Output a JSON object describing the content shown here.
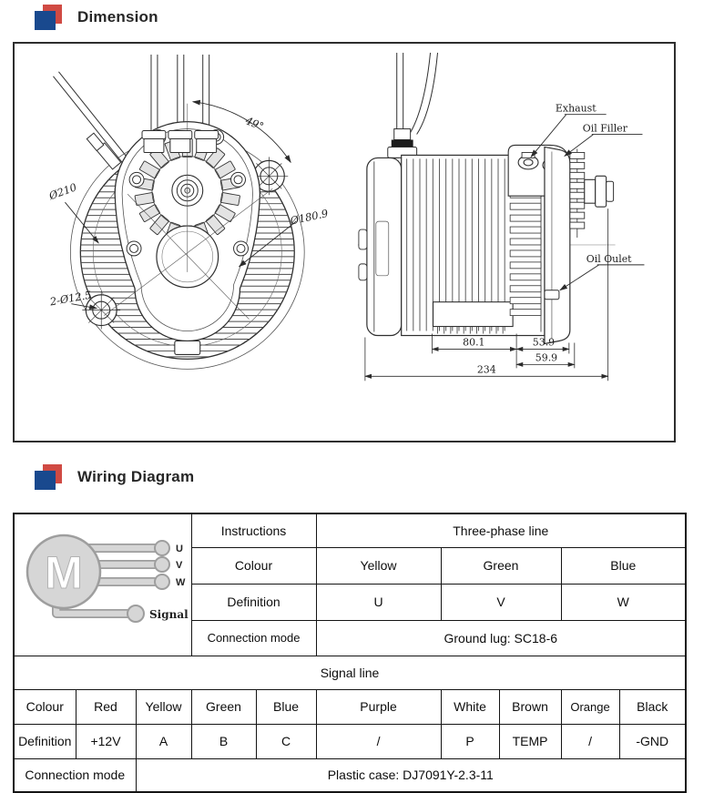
{
  "dimension_section": {
    "title": "Dimension",
    "front_view": {
      "angle": "49°",
      "outer_diameter": "Ø210",
      "bolt_circle": "Ø180.9",
      "holes": "2-Ø12.5"
    },
    "side_view": {
      "exhaust": "Exhaust",
      "oil_filler": "Oil Filler",
      "oil_outlet": "Oil Oulet",
      "dim_fins": "80.1",
      "dim_gear": "53.9",
      "dim_cover": "59.9",
      "dim_total": "234"
    }
  },
  "wiring_section": {
    "title": "Wiring Diagram",
    "motor": {
      "label": "M",
      "terminals": [
        "U",
        "V",
        "W"
      ],
      "signal": "Signal"
    },
    "three_phase": {
      "instructions_label": "Instructions",
      "header": "Three-phase line",
      "colour_label": "Colour",
      "colours": [
        "Yellow",
        "Green",
        "Blue"
      ],
      "definition_label": "Definition",
      "definitions": [
        "U",
        "V",
        "W"
      ],
      "connection_label": "Connection mode",
      "connection": "Ground lug: SC18-6"
    },
    "signal_line": {
      "header": "Signal line",
      "colour_label": "Colour",
      "colours": [
        "Red",
        "Yellow",
        "Green",
        "Blue",
        "Purple",
        "White",
        "Brown",
        "Orange",
        "Black"
      ],
      "definition_label": "Definition",
      "definitions": [
        "+12V",
        "A",
        "B",
        "C",
        "/",
        "P",
        "TEMP",
        "/",
        "-GND"
      ],
      "connection_label": "Connection mode",
      "connection": "Plastic case: DJ7091Y-2.3-11"
    }
  },
  "colors": {
    "logo_red": "#d04a43",
    "logo_blue": "#19498e"
  }
}
